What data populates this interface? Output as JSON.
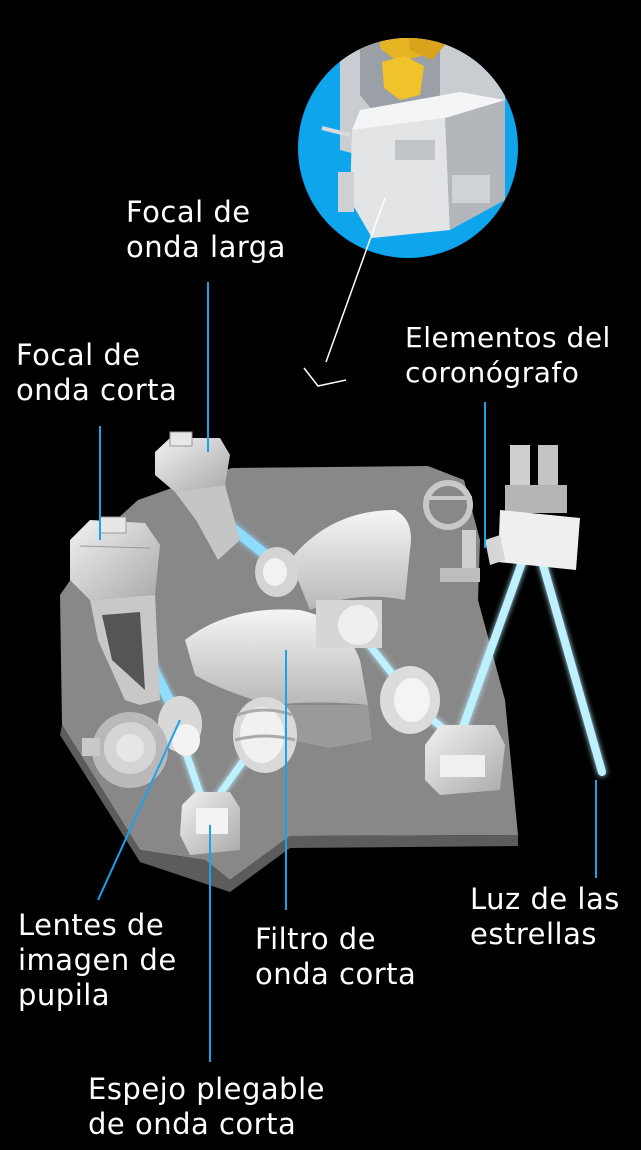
{
  "colors": {
    "background": "#000000",
    "inset_circle": "#0ea5ec",
    "leader_line": "#1aa3e8",
    "light_beam": "#bdf1ff",
    "bench": "#8a8a8a",
    "label_text": "#ffffff"
  },
  "labels": {
    "focal_long": [
      "Focal de",
      "onda larga"
    ],
    "focal_short": [
      "Focal de",
      "onda corta"
    ],
    "coronagraph": [
      "Elementos del",
      "coronógrafo"
    ],
    "pupil_lenses": [
      "Lentes de",
      "imagen de",
      "pupila"
    ],
    "filter": [
      "Filtro de",
      "onda corta"
    ],
    "starlight": [
      "Luz de las",
      "estrellas"
    ],
    "fold_mirror": [
      "Espejo plegable",
      "de onda corta"
    ]
  }
}
